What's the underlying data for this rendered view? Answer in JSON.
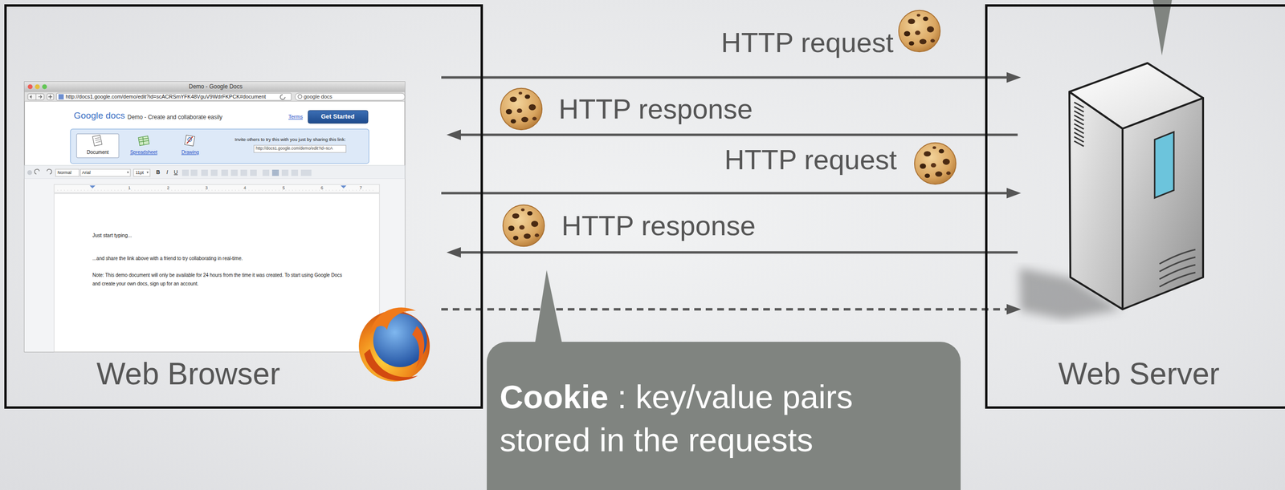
{
  "diagram": {
    "nodes": [
      {
        "text": [
          "Web Browser"
        ]
      },
      {
        "text": [
          "Web Server"
        ]
      },
      {
        "text": [
          "Cookie",
          ": key/value pairs stored in the requests"
        ]
      }
    ],
    "edges": [
      {
        "from": 0,
        "to": 1,
        "label": "HTTP request",
        "arrow": "to"
      },
      {
        "from": 1,
        "to": 0,
        "label": "HTTP response",
        "arrow": "to"
      },
      {
        "from": 0,
        "to": 1,
        "label": "HTTP request",
        "arrow": "to"
      },
      {
        "from": 1,
        "to": 0,
        "label": "HTTP response",
        "arrow": "to"
      },
      {
        "from": 0,
        "to": 1,
        "arrow": "to"
      }
    ],
    "labels": [
      "Demo - Google Docs",
      "http://docs1.google.com/demo/edit?id=scACRSmYFK48VguV9WdrFKPCK#document",
      "google docs",
      "Google docs",
      "Demo - Create and collaborate easily",
      "Terms",
      "Get Started",
      "Document",
      "Spreadsheet",
      "Drawing",
      "Invite others to try this with you just by sharing this link:",
      "http://docs1.google.com/demo/edit?id=scA",
      "Normal",
      "Arial",
      "11pt",
      "B",
      "I",
      "U",
      "1",
      "2",
      "3",
      "4",
      "5",
      "6",
      "7",
      "Just start typing...",
      "...and share the link above with a friend to try collaborating in real-time.",
      "Note: This demo document will only be available for 24 hours from the time it was created. To start using Google Docs and create your own docs, sign up for an account."
    ]
  }
}
